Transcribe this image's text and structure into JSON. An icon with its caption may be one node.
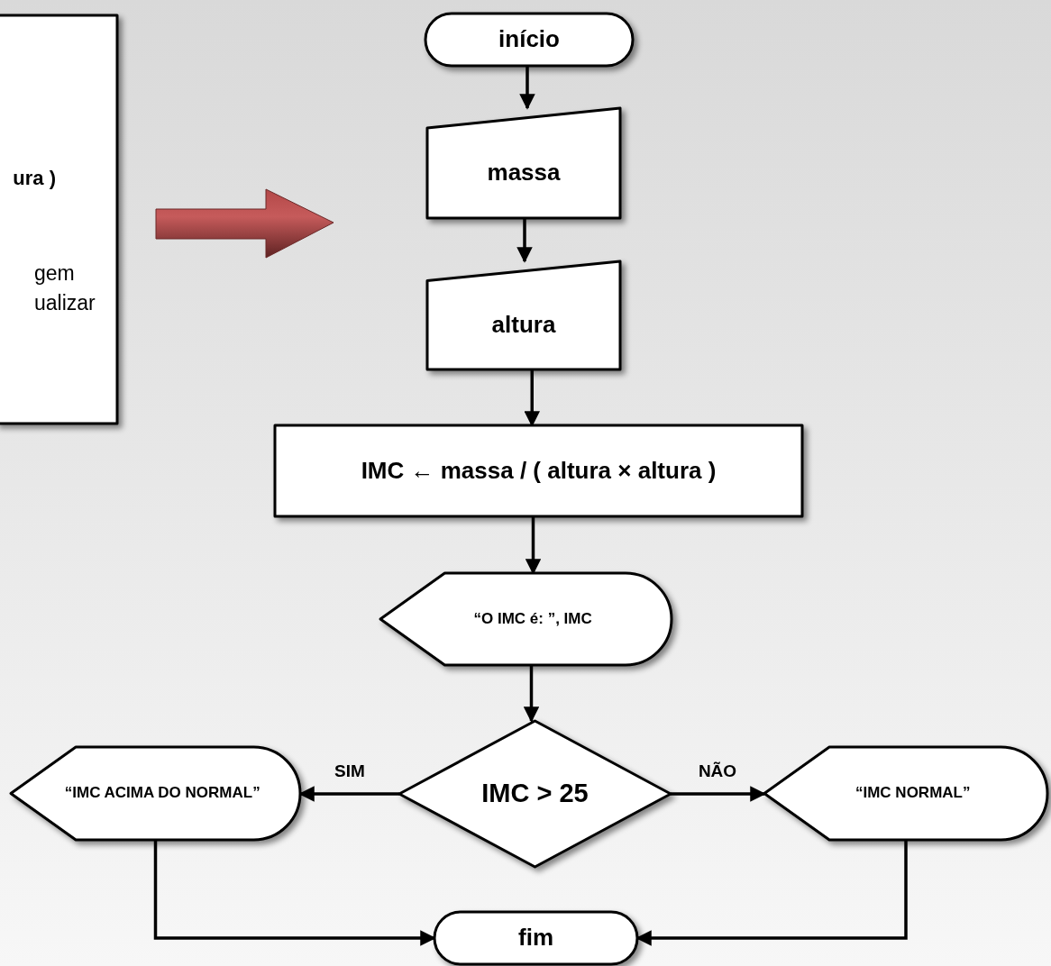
{
  "diagram": {
    "nodes": [
      {
        "text": [
          "ura )",
          "gem ualizar"
        ]
      },
      {
        "text": [
          "início"
        ]
      },
      {
        "text": [
          "massa"
        ]
      },
      {
        "text": [
          "altura"
        ]
      },
      {
        "text": [
          "IMC ← massa / ( altura × altura )"
        ]
      },
      {
        "text": [
          "“O IMC é: ”,  IMC"
        ]
      },
      {
        "text": [
          "IMC > 25"
        ]
      },
      {
        "text": [
          "“IMC ACIMA DO NORMAL”"
        ]
      },
      {
        "text": [
          "“IMC NORMAL”"
        ]
      },
      {
        "text": [
          "fim"
        ]
      }
    ],
    "edges": [
      {
        "from": 1,
        "to": 2,
        "arrow": "to"
      },
      {
        "from": 2,
        "to": 3,
        "arrow": "to"
      },
      {
        "from": 3,
        "to": 4,
        "arrow": "to"
      },
      {
        "from": 4,
        "to": 5,
        "arrow": "to"
      },
      {
        "from": 5,
        "to": 6,
        "arrow": "to"
      },
      {
        "from": 6,
        "to": 7,
        "arrow": "to",
        "label": "SIM"
      },
      {
        "from": 6,
        "to": 8,
        "arrow": "to",
        "label": "NÃO"
      },
      {
        "from": 7,
        "to": 9,
        "arrow": "to"
      },
      {
        "from": 8,
        "to": 9,
        "arrow": "to"
      }
    ]
  }
}
